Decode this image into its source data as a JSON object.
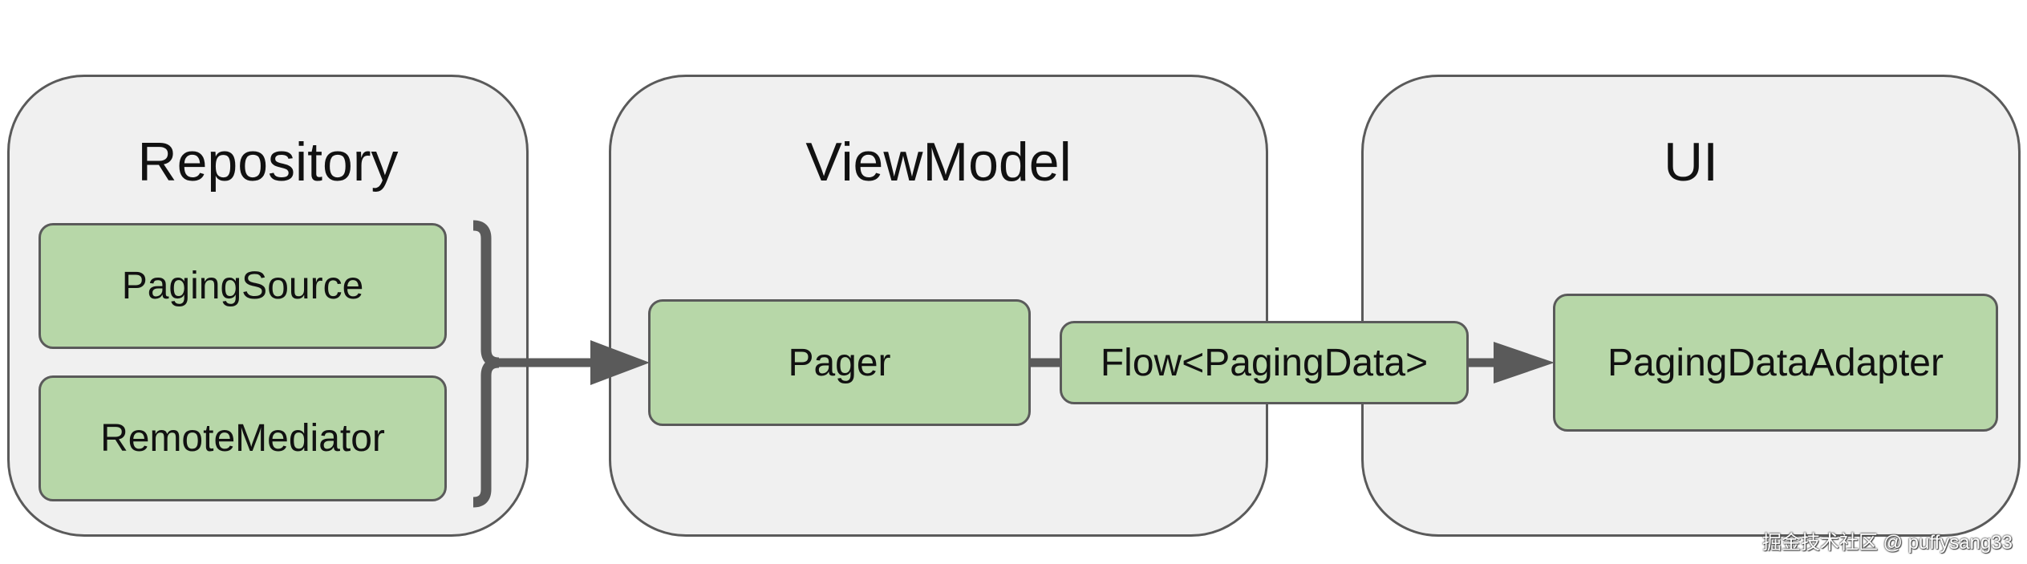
{
  "diagram": {
    "groups": {
      "repository": {
        "title": "Repository"
      },
      "viewmodel": {
        "title": "ViewModel"
      },
      "ui": {
        "title": "UI"
      }
    },
    "nodes": {
      "paging_source": "PagingSource",
      "remote_mediator": "RemoteMediator",
      "pager": "Pager",
      "flow": "Flow<PagingData>",
      "adapter": "PagingDataAdapter"
    },
    "colors": {
      "group_fill": "#f0f0f0",
      "node_fill": "#b7d7a8",
      "stroke": "#5a5a5a"
    }
  },
  "watermark": "掘金技术社区 @ puffysang33"
}
